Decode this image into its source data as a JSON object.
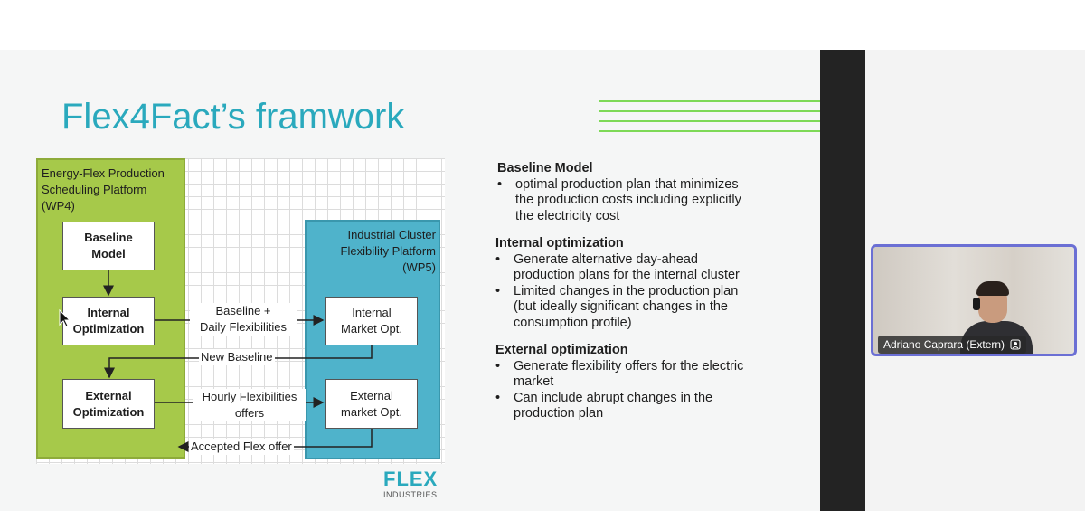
{
  "slide": {
    "title": "Flex4Fact’s framwork",
    "diagram": {
      "green_panel_title": [
        "Energy-Flex Production",
        "Scheduling Platform",
        "(WP4)"
      ],
      "blue_panel_title": [
        "Industrial Cluster",
        "Flexibility Platform",
        "(WP5)"
      ],
      "boxes": {
        "baseline_model": [
          "Baseline",
          "Model"
        ],
        "internal_optimization": [
          "Internal",
          "Optimization"
        ],
        "external_optimization": [
          "External",
          "Optimization"
        ],
        "internal_market": [
          "Internal",
          "Market Opt."
        ],
        "external_market": [
          "External",
          "market Opt."
        ]
      },
      "labels": {
        "baseline_daily": [
          "Baseline +",
          "Daily Flexibilities"
        ],
        "new_baseline": "New Baseline",
        "hourly_flex": [
          "Hourly Flexibilities",
          "offers"
        ],
        "accepted_flex": "Accepted Flex offer"
      }
    },
    "sections": [
      {
        "title": "Baseline Model",
        "bullets": [
          [
            "optimal production plan that minimizes",
            "the production costs including explicitly",
            "the electricity cost"
          ]
        ]
      },
      {
        "title": "Internal optimization",
        "bullets": [
          [
            "Generate alternative day-ahead",
            "production plans for the internal cluster"
          ],
          [
            "Limited changes in the production plan",
            "(but ideally significant changes in the",
            "consumption profile)"
          ]
        ]
      },
      {
        "title": "External optimization",
        "bullets": [
          [
            "Generate flexibility offers for the electric",
            "market"
          ],
          [
            "Can include abrupt changes in the",
            "production plan"
          ]
        ]
      }
    ],
    "logo": {
      "main": "FLEX",
      "sub": "INDUSTRIES"
    },
    "bullet_symbol": "•"
  },
  "participant": {
    "name": "Adriano Caprara (Extern)",
    "status_icon": "mic-off-icon"
  },
  "colors": {
    "title": "#2aa9bd",
    "green_panel": "#a6c94a",
    "blue_panel": "#4fb3cb",
    "accent_lines": "#7ed957",
    "video_border": "#6b6fd4"
  }
}
